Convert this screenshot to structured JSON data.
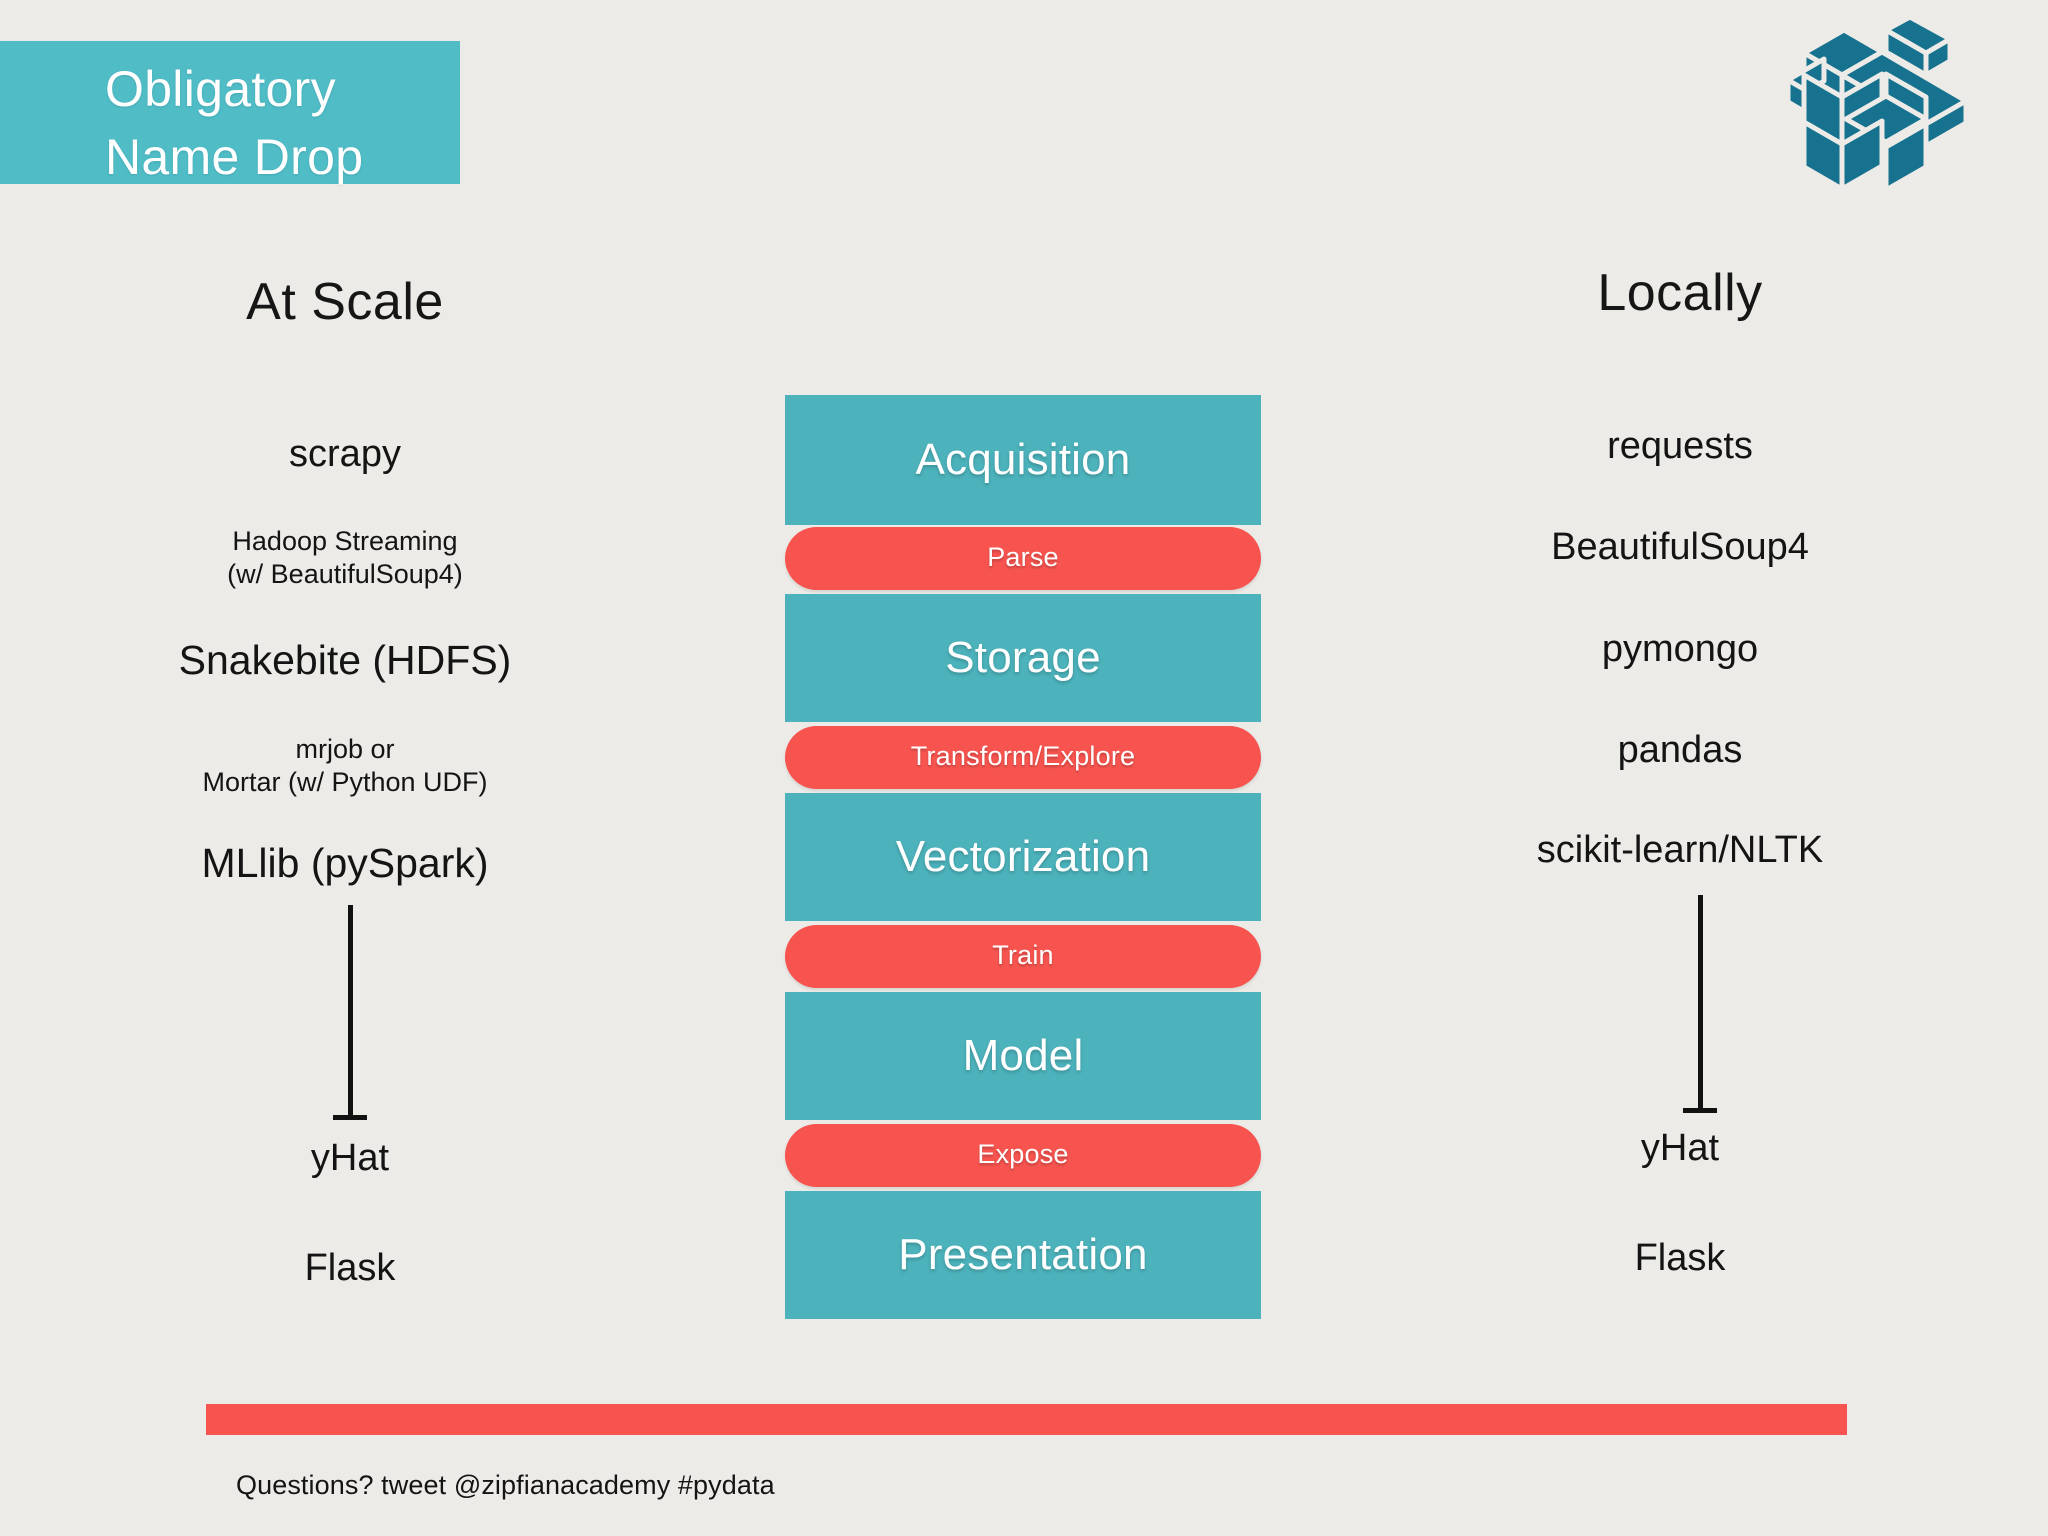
{
  "slide": {
    "background_color": "#edebe7",
    "accent_teal": "#4cb2bb",
    "accent_teal_light": "#4fbcc6",
    "accent_red": "#f7544f",
    "title": {
      "line1": "Obligatory",
      "line2": "Name Drop"
    },
    "logo_name": "pydata-logo"
  },
  "columns": {
    "left": {
      "heading": "At Scale",
      "items": [
        {
          "text": "scrapy",
          "size": "md"
        },
        {
          "text": "Hadoop Streaming\n(w/ BeautifulSoup4)",
          "size": "sm"
        },
        {
          "text": "Snakebite (HDFS)",
          "size": "lg"
        },
        {
          "text": "mrjob or\nMortar (w/ Python UDF)",
          "size": "sm"
        },
        {
          "text": "MLlib (pySpark)",
          "size": "lg"
        },
        {
          "text": "yHat",
          "size": "md"
        },
        {
          "text": "Flask",
          "size": "md"
        }
      ]
    },
    "right": {
      "heading": "Locally",
      "items": [
        {
          "text": "requests",
          "size": "md"
        },
        {
          "text": "BeautifulSoup4",
          "size": "md"
        },
        {
          "text": "pymongo",
          "size": "md"
        },
        {
          "text": "pandas",
          "size": "md"
        },
        {
          "text": "scikit-learn/NLTK",
          "size": "md"
        },
        {
          "text": "yHat",
          "size": "md"
        },
        {
          "text": "Flask",
          "size": "md"
        }
      ]
    }
  },
  "pipeline": {
    "stages": [
      {
        "label": "Acquisition",
        "kind": "major"
      },
      {
        "label": "Parse",
        "kind": "minor"
      },
      {
        "label": "Storage",
        "kind": "major"
      },
      {
        "label": "Transform/Explore",
        "kind": "minor"
      },
      {
        "label": "Vectorization",
        "kind": "major"
      },
      {
        "label": "Train",
        "kind": "minor"
      },
      {
        "label": "Model",
        "kind": "major"
      },
      {
        "label": "Expose",
        "kind": "minor"
      },
      {
        "label": "Presentation",
        "kind": "major"
      }
    ]
  },
  "footer": {
    "bar_color": "#f7544f",
    "text": "Questions? tweet @zipfianacademy #pydata"
  }
}
